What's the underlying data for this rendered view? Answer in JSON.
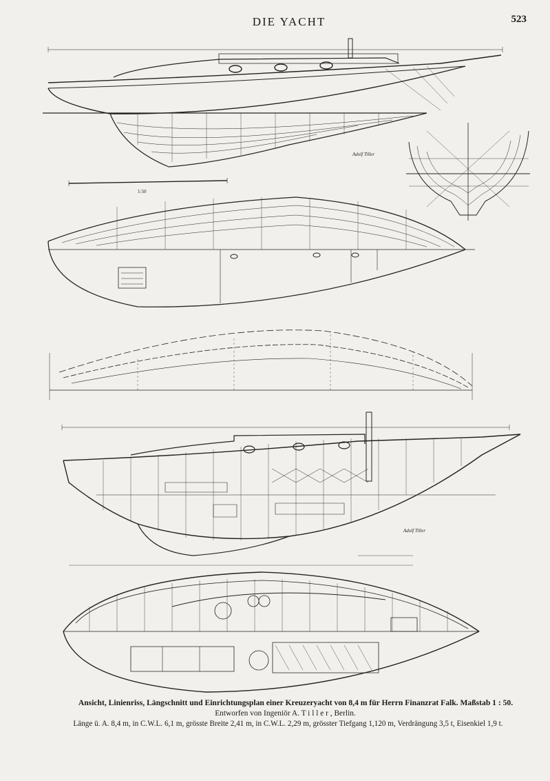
{
  "header": {
    "journal_title": "DIE YACHT",
    "page_number": "523"
  },
  "caption": {
    "main": "Ansicht, Linienriss, Längschnitt und Einrichtungsplan einer Kreuzeryacht von 8,4 m für Herrn Finanzrat Falk.  Maßstab 1 : 50.",
    "designer": "Entworfen von Ingeniör A. T i l l e r , Berlin.",
    "dimensions": "Länge ü. A. 8,4 m, in C.W.L. 6,1 m, grösste Breite 2,41 m, in C.W.L. 2,29 m, grösster Tiefgang 1,120 m, Verdrängung 3,5 t, Eisenkiel 1,9 t."
  },
  "drawing_labels": {
    "signature_top": "Adolf Tiller",
    "signature_bottom": "Adolf Tiller",
    "scale_mark": "1:50"
  },
  "colors": {
    "paper": "#f1f0ec",
    "ink": "#1a1a1a"
  }
}
